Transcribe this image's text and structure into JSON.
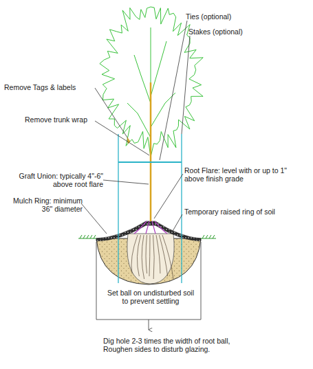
{
  "diagram": {
    "labels": [
      "Remove Tags & labels",
      "Ties (optional)",
      "Stakes (optional)",
      "Remove trunk wrap",
      "Graft Union: typically 4\"-6\" above root flare",
      "Root Flare: level with or up to 1\" above finish grade",
      "Mulch Ring: minimum 36\" diameter",
      "Temporary raised ring of soil",
      "Set ball on undisturbed soil to prevent settling",
      "Dig hole 2-3 times the width of root ball, Roughen sides to disturb glazing."
    ]
  }
}
